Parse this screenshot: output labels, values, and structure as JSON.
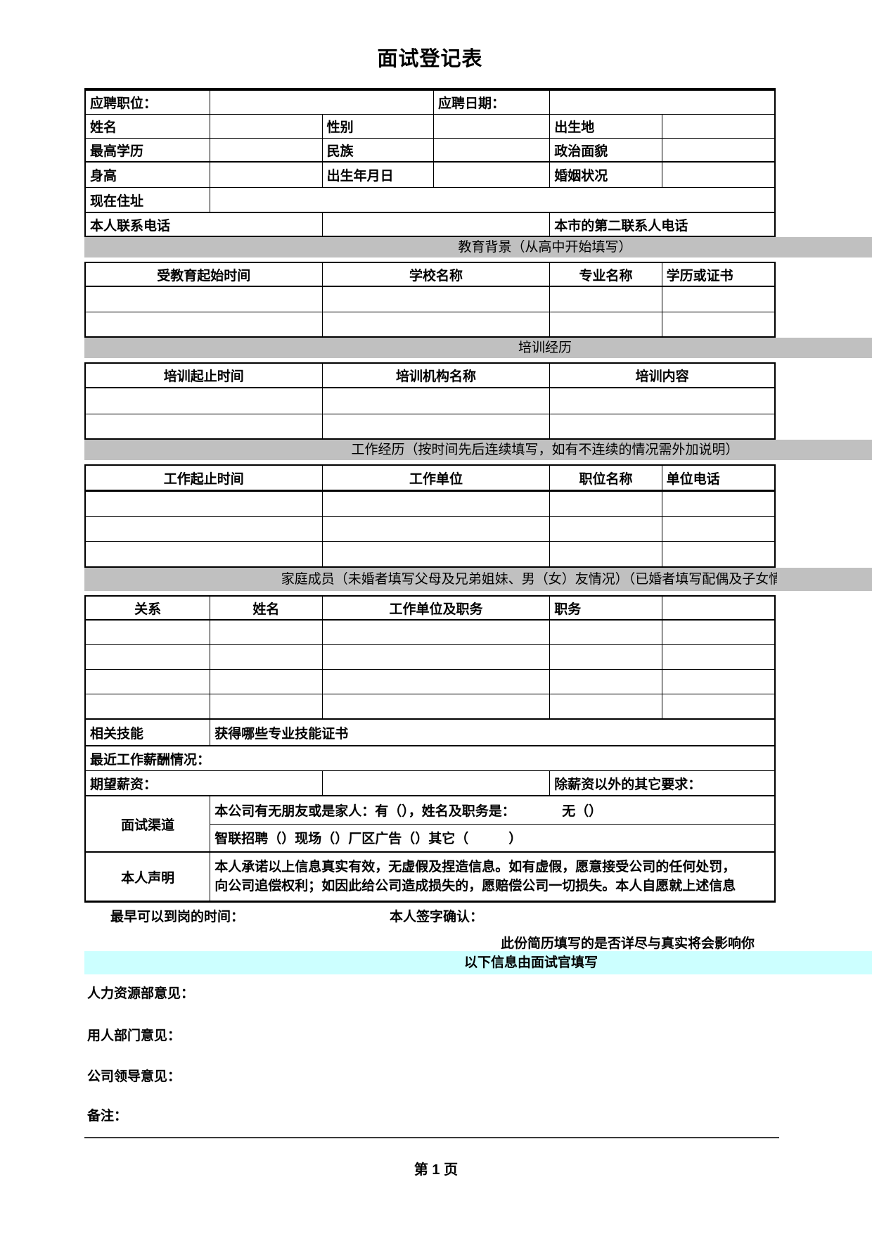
{
  "title": "面试登记表",
  "basic": {
    "position_label": "应聘职位：",
    "date_label": "应聘日期：",
    "name_label": "姓名",
    "gender_label": "性别",
    "birthplace_label": "出生地",
    "education_label": "最高学历",
    "ethnicity_label": "民族",
    "political_label": "政治面貌",
    "height_label": "身高",
    "birthdate_label": "出生年月日",
    "marital_label": "婚姻状况",
    "address_label": "现在住址",
    "phone_label": "本人联系电话",
    "phone2_label": "本市的第二联系人电话"
  },
  "education": {
    "band": "教育背景（从高中开始填写）",
    "headers": [
      "受教育起始时间",
      "学校名称",
      "专业名称",
      "学历或证书"
    ]
  },
  "training": {
    "band": "培训经历",
    "headers": [
      "培训起止时间",
      "培训机构名称",
      "培训内容"
    ]
  },
  "work": {
    "band": "工作经历（按时间先后连续填写，如有不连续的情况需外加说明）",
    "headers": [
      "工作起止时间",
      "工作单位",
      "职位名称",
      "单位电话"
    ]
  },
  "family": {
    "band": "家庭成员（未婚者填写父母及兄弟姐妹、男（女）友情况）（已婚者填写配偶及子女情况）",
    "headers": [
      "关系",
      "姓名",
      "工作单位及职务",
      "职务"
    ]
  },
  "skills": {
    "label": "相关技能",
    "hint": "获得哪些专业技能证书"
  },
  "salary": {
    "recent_label": "最近工作薪酬情况：",
    "expected_label": "期望薪资：",
    "other_label": "除薪资以外的其它要求："
  },
  "channel": {
    "label": "面试渠道",
    "line1": "本公司有无朋友或是家人：有（），姓名及职务是：　　　　无（）",
    "line2": "智联招聘（）现场（）厂区广告（）其它（　　　）"
  },
  "declaration": {
    "label": "本人声明",
    "line1": "本人承诺以上信息真实有效，无虚假及捏造信息。如有虚假，愿意接受公司的任何处罚，",
    "line2": "向公司追偿权利；如因此给公司造成损失的，愿赔偿公司一切损失。本人自愿就上述信息"
  },
  "bottom": {
    "onboard_label": "最早可以到岗的时间：",
    "sign_label": "本人签字确认：",
    "notice": "此份简历填写的是否详尽与真实将会影响你",
    "interviewer_band": "以下信息由面试官填写",
    "hr_label": "人力资源部意见：",
    "dept_label": "用人部门意见：",
    "leader_label": "公司领导意见：",
    "remarks_label": "备注：",
    "page_number": "第 1 页"
  },
  "colors": {
    "section_band_gray": "#c0c0c0",
    "interviewer_band_cyan": "#ccffff",
    "border_black": "#000000"
  }
}
